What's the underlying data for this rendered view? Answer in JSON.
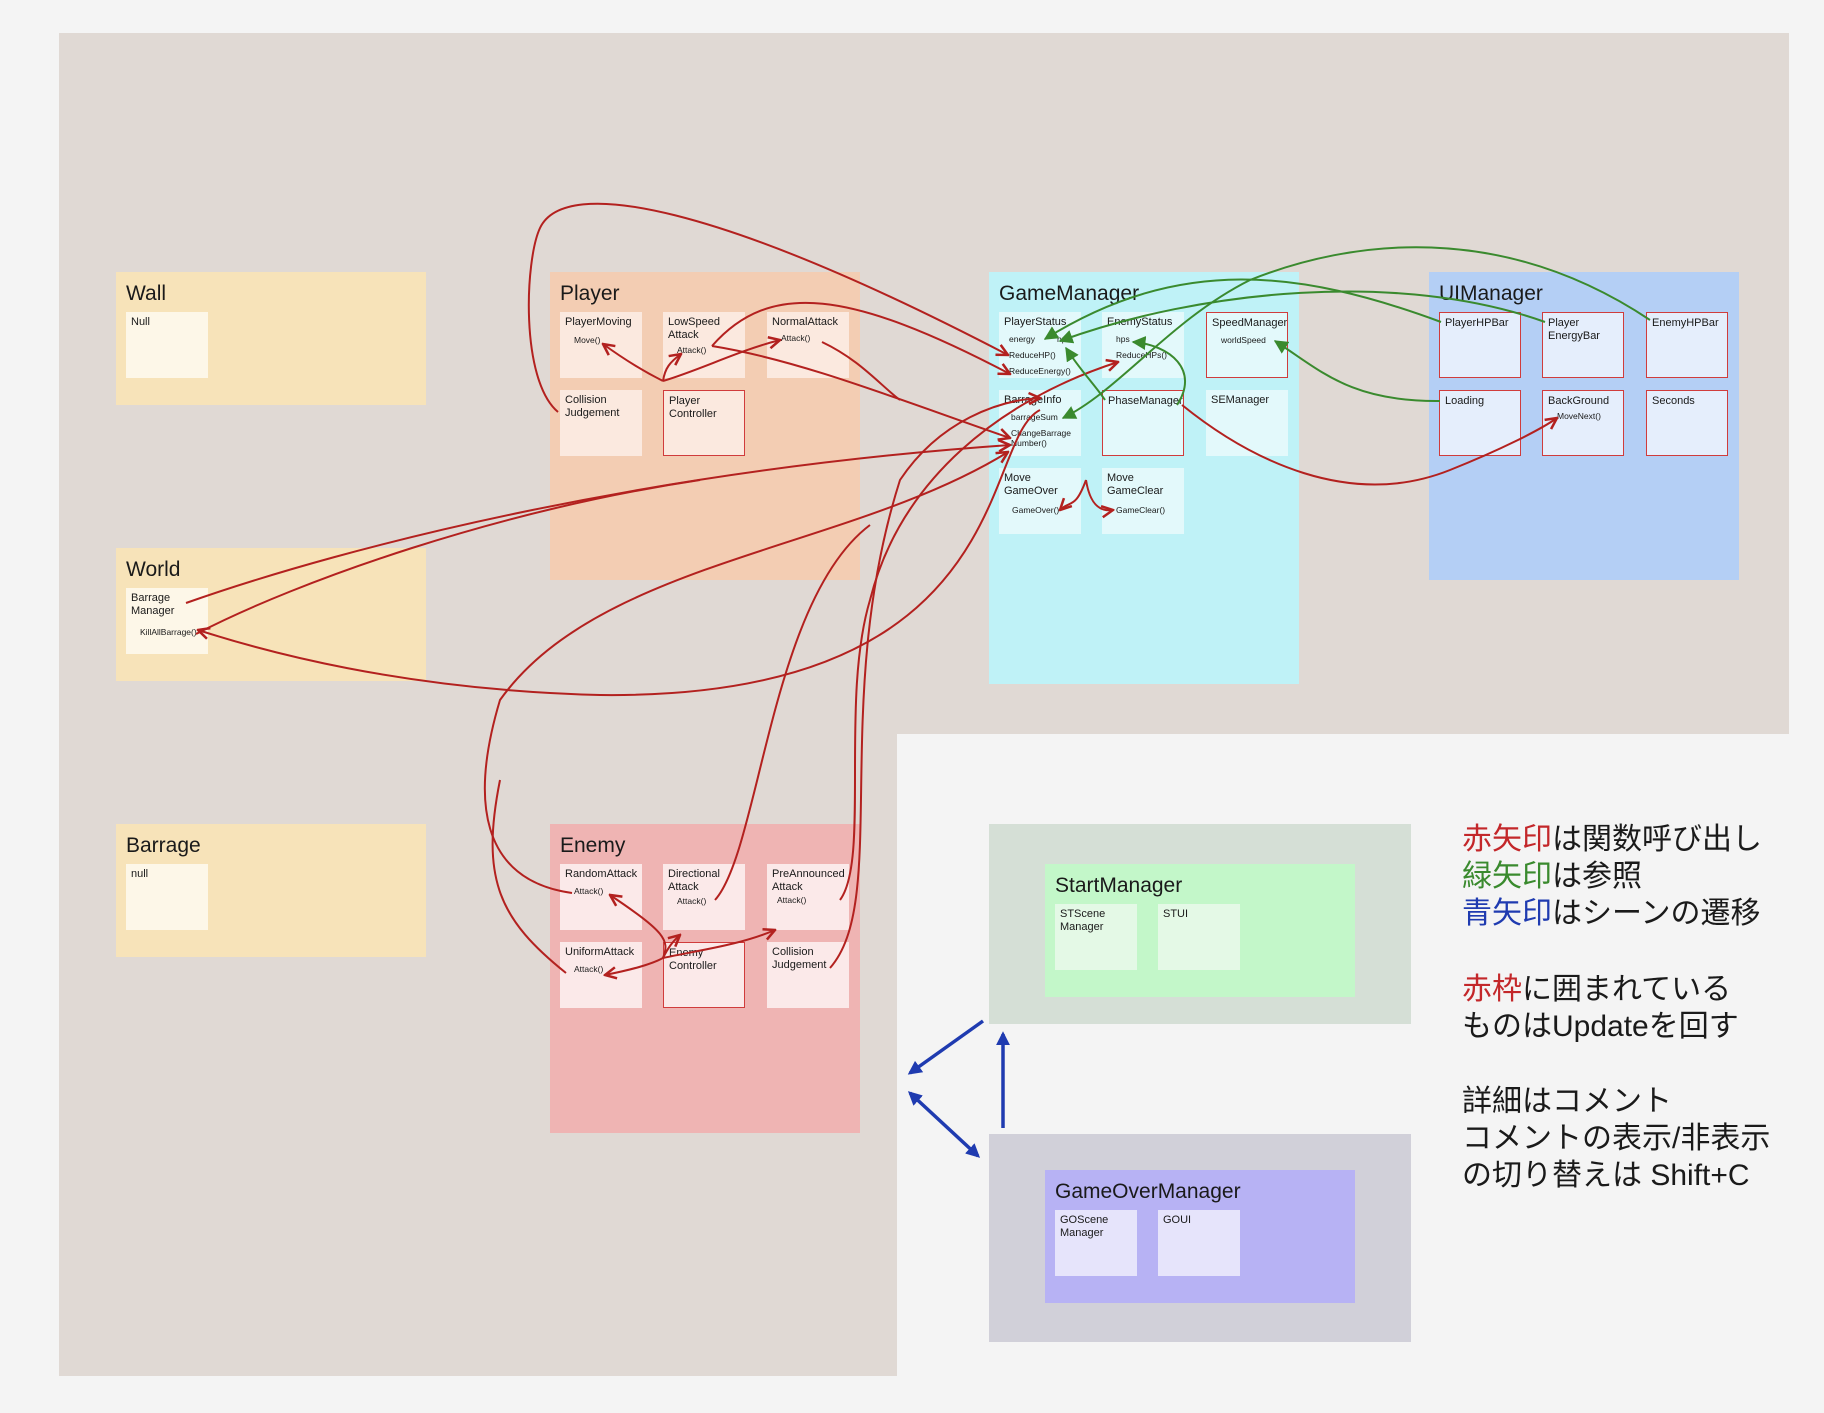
{
  "colors": {
    "call_arrow": "#b3211f",
    "reference_arrow": "#3a8a2e",
    "scene_arrow": "#1f3bb0",
    "update_border": "#d03c3c",
    "legend_red": "#c3272a",
    "legend_green": "#3a8a2e",
    "legend_blue": "#1f3bb0"
  },
  "groups": {
    "wall": {
      "title": "Wall",
      "cards": {
        "null_card": {
          "title": "Null"
        }
      }
    },
    "world": {
      "title": "World",
      "cards": {
        "barrage_manager": {
          "title": "Barrage\nManager",
          "methods": "KillAllBarrage()"
        }
      }
    },
    "barrage": {
      "title": "Barrage",
      "cards": {
        "null_card": {
          "title": "null"
        }
      }
    },
    "player": {
      "title": "Player",
      "cards": {
        "player_moving": {
          "title": "PlayerMoving",
          "methods": "Move()"
        },
        "low_speed_attack": {
          "title": "LowSpeed\nAttack",
          "methods": "Attack()"
        },
        "normal_attack": {
          "title": "NormalAttack",
          "methods": "Attack()"
        },
        "collision_judgement": {
          "title": "Collision\nJudgement"
        },
        "player_controller": {
          "title": "Player\nController"
        }
      }
    },
    "enemy": {
      "title": "Enemy",
      "cards": {
        "random_attack": {
          "title": "RandomAttack",
          "methods": "Attack()"
        },
        "directional_attack": {
          "title": "Directional\nAttack",
          "methods": "Attack()"
        },
        "preannounced_attack": {
          "title": "PreAnnounced\nAttack",
          "methods": "Attack()"
        },
        "uniform_attack": {
          "title": "UniformAttack",
          "methods": "Attack()"
        },
        "enemy_controller": {
          "title": "Enemy\nController"
        },
        "collision_judgement": {
          "title": "Collision\nJudgement"
        }
      }
    },
    "game_manager": {
      "title": "GameManager",
      "cards": {
        "player_status": {
          "title": "PlayerStatus",
          "m1": "energy",
          "m2": "hp",
          "m3": "ReduceHP()",
          "m4": "ReduceEnergy()"
        },
        "enemy_status": {
          "title": "EnemyStatus",
          "m1": "hps",
          "m2": "ReduceHPs()"
        },
        "speed_manager": {
          "title": "SpeedManager",
          "m1": "worldSpeed"
        },
        "barrage_info": {
          "title": "BarrageInfo",
          "m1": "barrageSum",
          "m2": "ChangeBarrage\nNumber()"
        },
        "phase_manager": {
          "title": "PhaseManager"
        },
        "se_manager": {
          "title": "SEManager"
        },
        "move_game_over": {
          "title": "Move\nGameOver",
          "m1": "GameOver()"
        },
        "move_game_clear": {
          "title": "Move\nGameClear",
          "m1": "GameClear()"
        }
      }
    },
    "ui_manager": {
      "title": "UIManager",
      "cards": {
        "player_hp_bar": {
          "title": "PlayerHPBar"
        },
        "player_energy_bar": {
          "title": "Player\nEnergyBar"
        },
        "enemy_hp_bar": {
          "title": "EnemyHPBar"
        },
        "loading": {
          "title": "Loading"
        },
        "background": {
          "title": "BackGround",
          "methods": "MoveNext()"
        },
        "seconds": {
          "title": "Seconds"
        }
      }
    },
    "start_manager": {
      "title": "StartManager",
      "cards": {
        "st_scene_manager": {
          "title": "STScene\nManager"
        },
        "stui": {
          "title": "STUI"
        }
      }
    },
    "game_over_manager": {
      "title": "GameOverManager",
      "cards": {
        "go_scene_manager": {
          "title": "GOScene\nManager"
        },
        "goui": {
          "title": "GOUI"
        }
      }
    }
  },
  "legend": {
    "line1_red": "赤矢印",
    "line1_rest": "は関数呼び出し",
    "line2_green": "緑矢印",
    "line2_rest": "は参照",
    "line3_blue": "青矢印",
    "line3_rest": "はシーンの遷移",
    "line4_red": "赤枠",
    "line4_rest": "に囲まれている",
    "line5": "ものはUpdateを回す",
    "line6": "詳細はコメント",
    "line7": "コメントの表示/非表示",
    "line8": "の切り替えは Shift+C"
  }
}
